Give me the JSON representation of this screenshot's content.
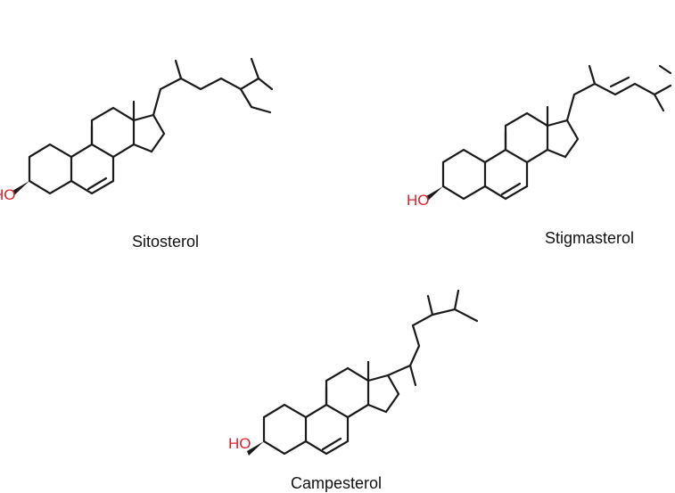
{
  "colors": {
    "bond": "#1a1a1a",
    "hydroxyl": "#e0202a",
    "label": "#111111"
  },
  "molecules": [
    {
      "id": "sitosterol",
      "name": "Sitosterol",
      "hydroxyl_label": "HO"
    },
    {
      "id": "stigmasterol",
      "name": "Stigmasterol",
      "hydroxyl_label": "HO"
    },
    {
      "id": "campesterol",
      "name": "Campesterol",
      "hydroxyl_label": "HO"
    }
  ]
}
